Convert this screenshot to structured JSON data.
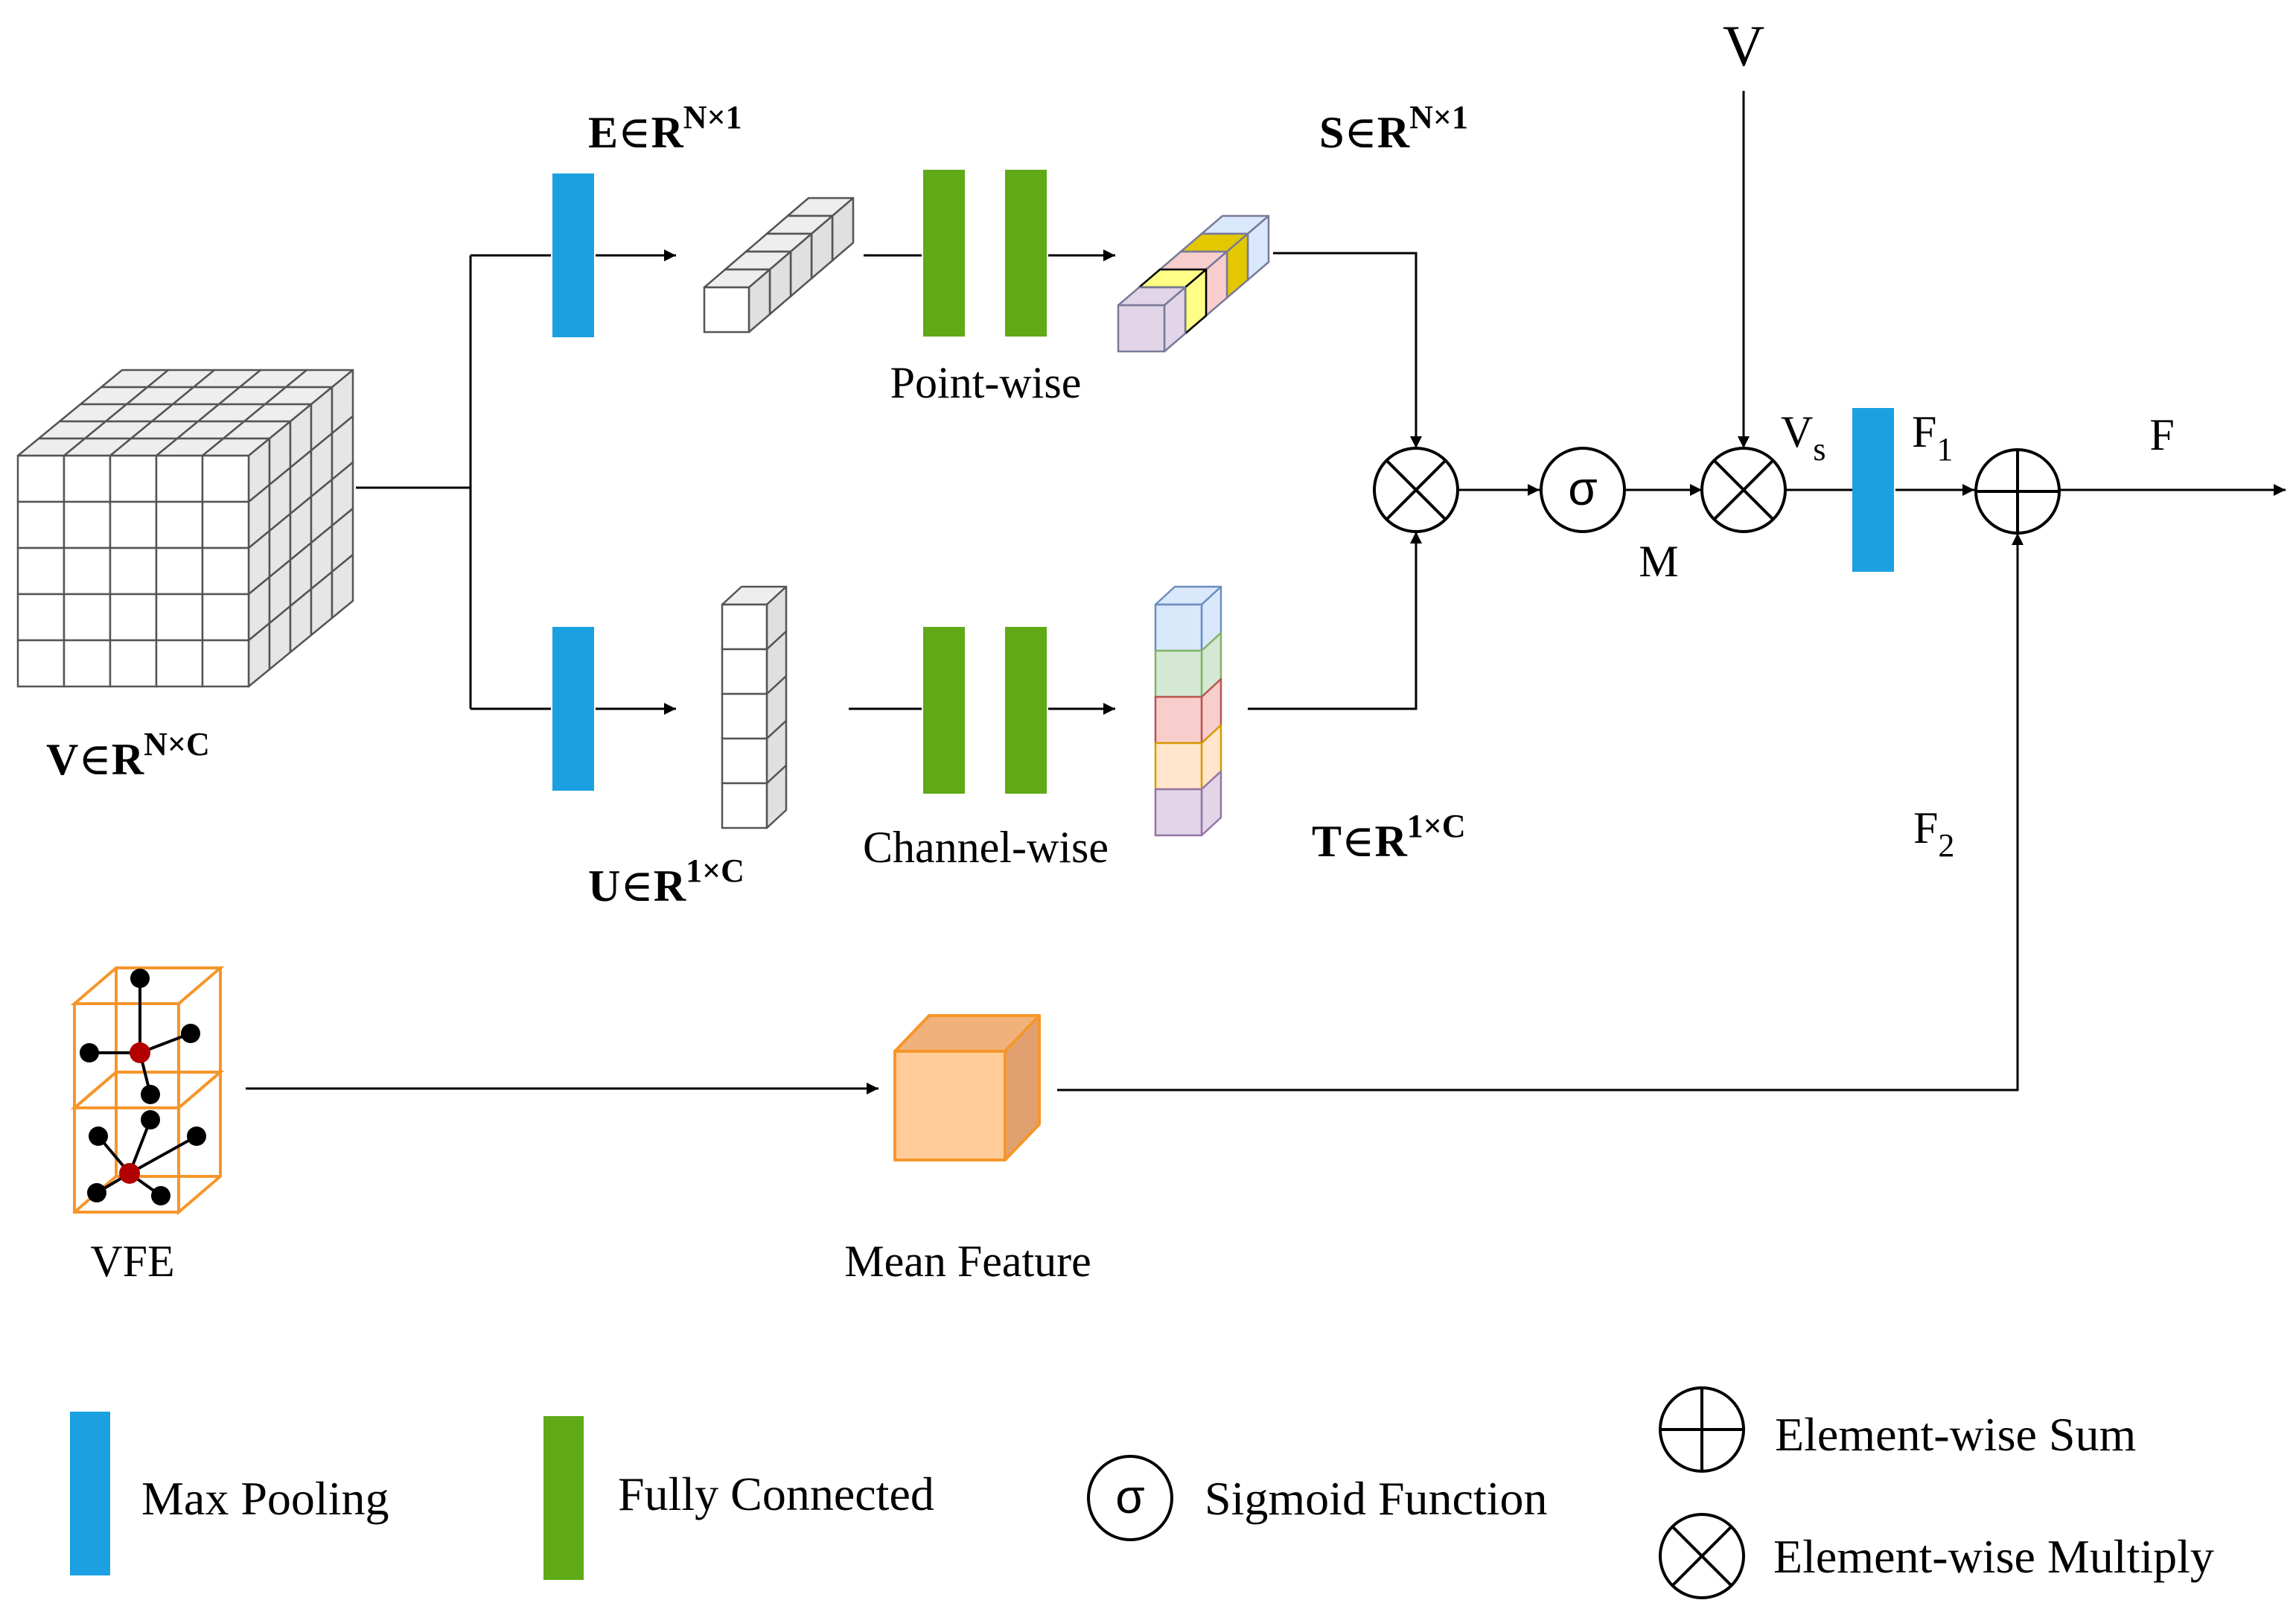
{
  "inputs": {
    "v_tensor": {
      "letter": "V",
      "rel": "∈",
      "field": "R",
      "dims": "N×C"
    },
    "top_v": "V"
  },
  "point_branch": {
    "e_tensor": {
      "letter": "E",
      "rel": "∈",
      "field": "R",
      "dims": "N×1"
    },
    "s_tensor": {
      "letter": "S",
      "rel": "∈",
      "field": "R",
      "dims": "N×1"
    },
    "caption": "Point-wise"
  },
  "channel_branch": {
    "u_tensor": {
      "letter": "U",
      "rel": "∈",
      "field": "R",
      "dims": "1×C"
    },
    "t_tensor": {
      "letter": "T",
      "rel": "∈",
      "field": "R",
      "dims": "1×C"
    },
    "caption": "Channel-wise"
  },
  "nodes": {
    "sigma_symbol": "σ",
    "m_label": "M",
    "vs": {
      "base": "V",
      "sub": "s"
    },
    "f1": {
      "base": "F",
      "sub": "1"
    },
    "f2": {
      "base": "F",
      "sub": "2"
    },
    "f_out": "F"
  },
  "bottom": {
    "vfe_label": "VFE",
    "mean_label": "Mean Feature"
  },
  "legend": {
    "max_pooling": "Max Pooling",
    "fully_connected": "Fully Connected",
    "sigmoid_symbol": "σ",
    "sigmoid": "Sigmoid Function",
    "sum": "Element-wise Sum",
    "multiply": "Element-wise Multiply"
  },
  "colors": {
    "max_pool_blue": "#1ba1e2",
    "fc_green": "#60a917",
    "vfe_orange": "#f5962a",
    "mean_fill": "#ffcc99",
    "center_dot_red": "#b20000",
    "cube_line": "#555555",
    "s_colors": [
      "#dae8fc",
      "#e3c800",
      "#f8cecc",
      "#ffff88",
      "#e1d5e7"
    ],
    "t_colors": [
      "#dae8fc",
      "#d5e8d4",
      "#f8cecc",
      "#ffe6cc",
      "#e1d5e7"
    ]
  }
}
